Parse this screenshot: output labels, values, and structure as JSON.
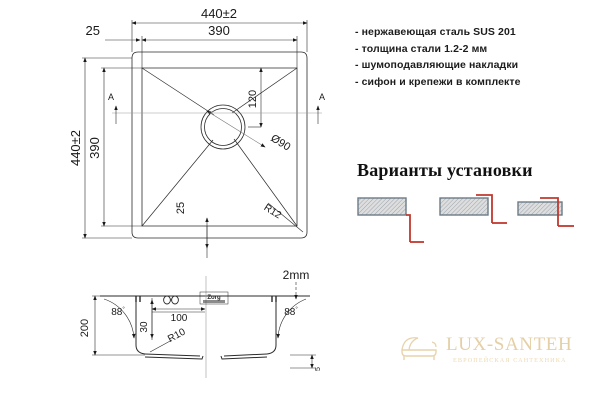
{
  "product": {
    "type": "kitchen-sink-technical-drawing",
    "units": "mm"
  },
  "specs": {
    "items": [
      "- нержавеющая сталь SUS 201",
      "- толщина стали 1.2-2 мм",
      "- шумоподавляющие накладки",
      "- сифон и крепежи в комплекте"
    ]
  },
  "variants": {
    "title": "Варианты установки",
    "accent_color": "#c0392f",
    "fill_color": "#d8d8d8",
    "edge_color": "#6b7a86",
    "options": [
      "undermount",
      "flush-mount",
      "topmount"
    ]
  },
  "top_view": {
    "dim_outer_width": "440±2",
    "dim_inner_width": "390",
    "dim_outer_height": "440±2",
    "dim_inner_height": "390",
    "dim_flange": "25",
    "dim_drain_offset": "120",
    "dim_drain_diameter": "Ø90",
    "dim_bottom_offset": "25",
    "dim_corner_radius": "R12",
    "section_marker_left": "A",
    "section_marker_right": "A"
  },
  "section_view": {
    "dim_thickness": "2mm",
    "dim_depth": "200",
    "dim_angle_left": "88",
    "dim_angle_right": "88",
    "dim_angle_symbol": "°",
    "dim_drain_zone": "30",
    "dim_drain_span": "100",
    "dim_bottom_radius": "R10",
    "dim_base_lip": "5"
  },
  "watermark": {
    "brand": "LUX-SANTEH",
    "tagline": "ЕВРОПЕЙСКАЯ САНТЕХНИКА",
    "color": "#e5cfa6",
    "icon": "bathtub-icon"
  }
}
